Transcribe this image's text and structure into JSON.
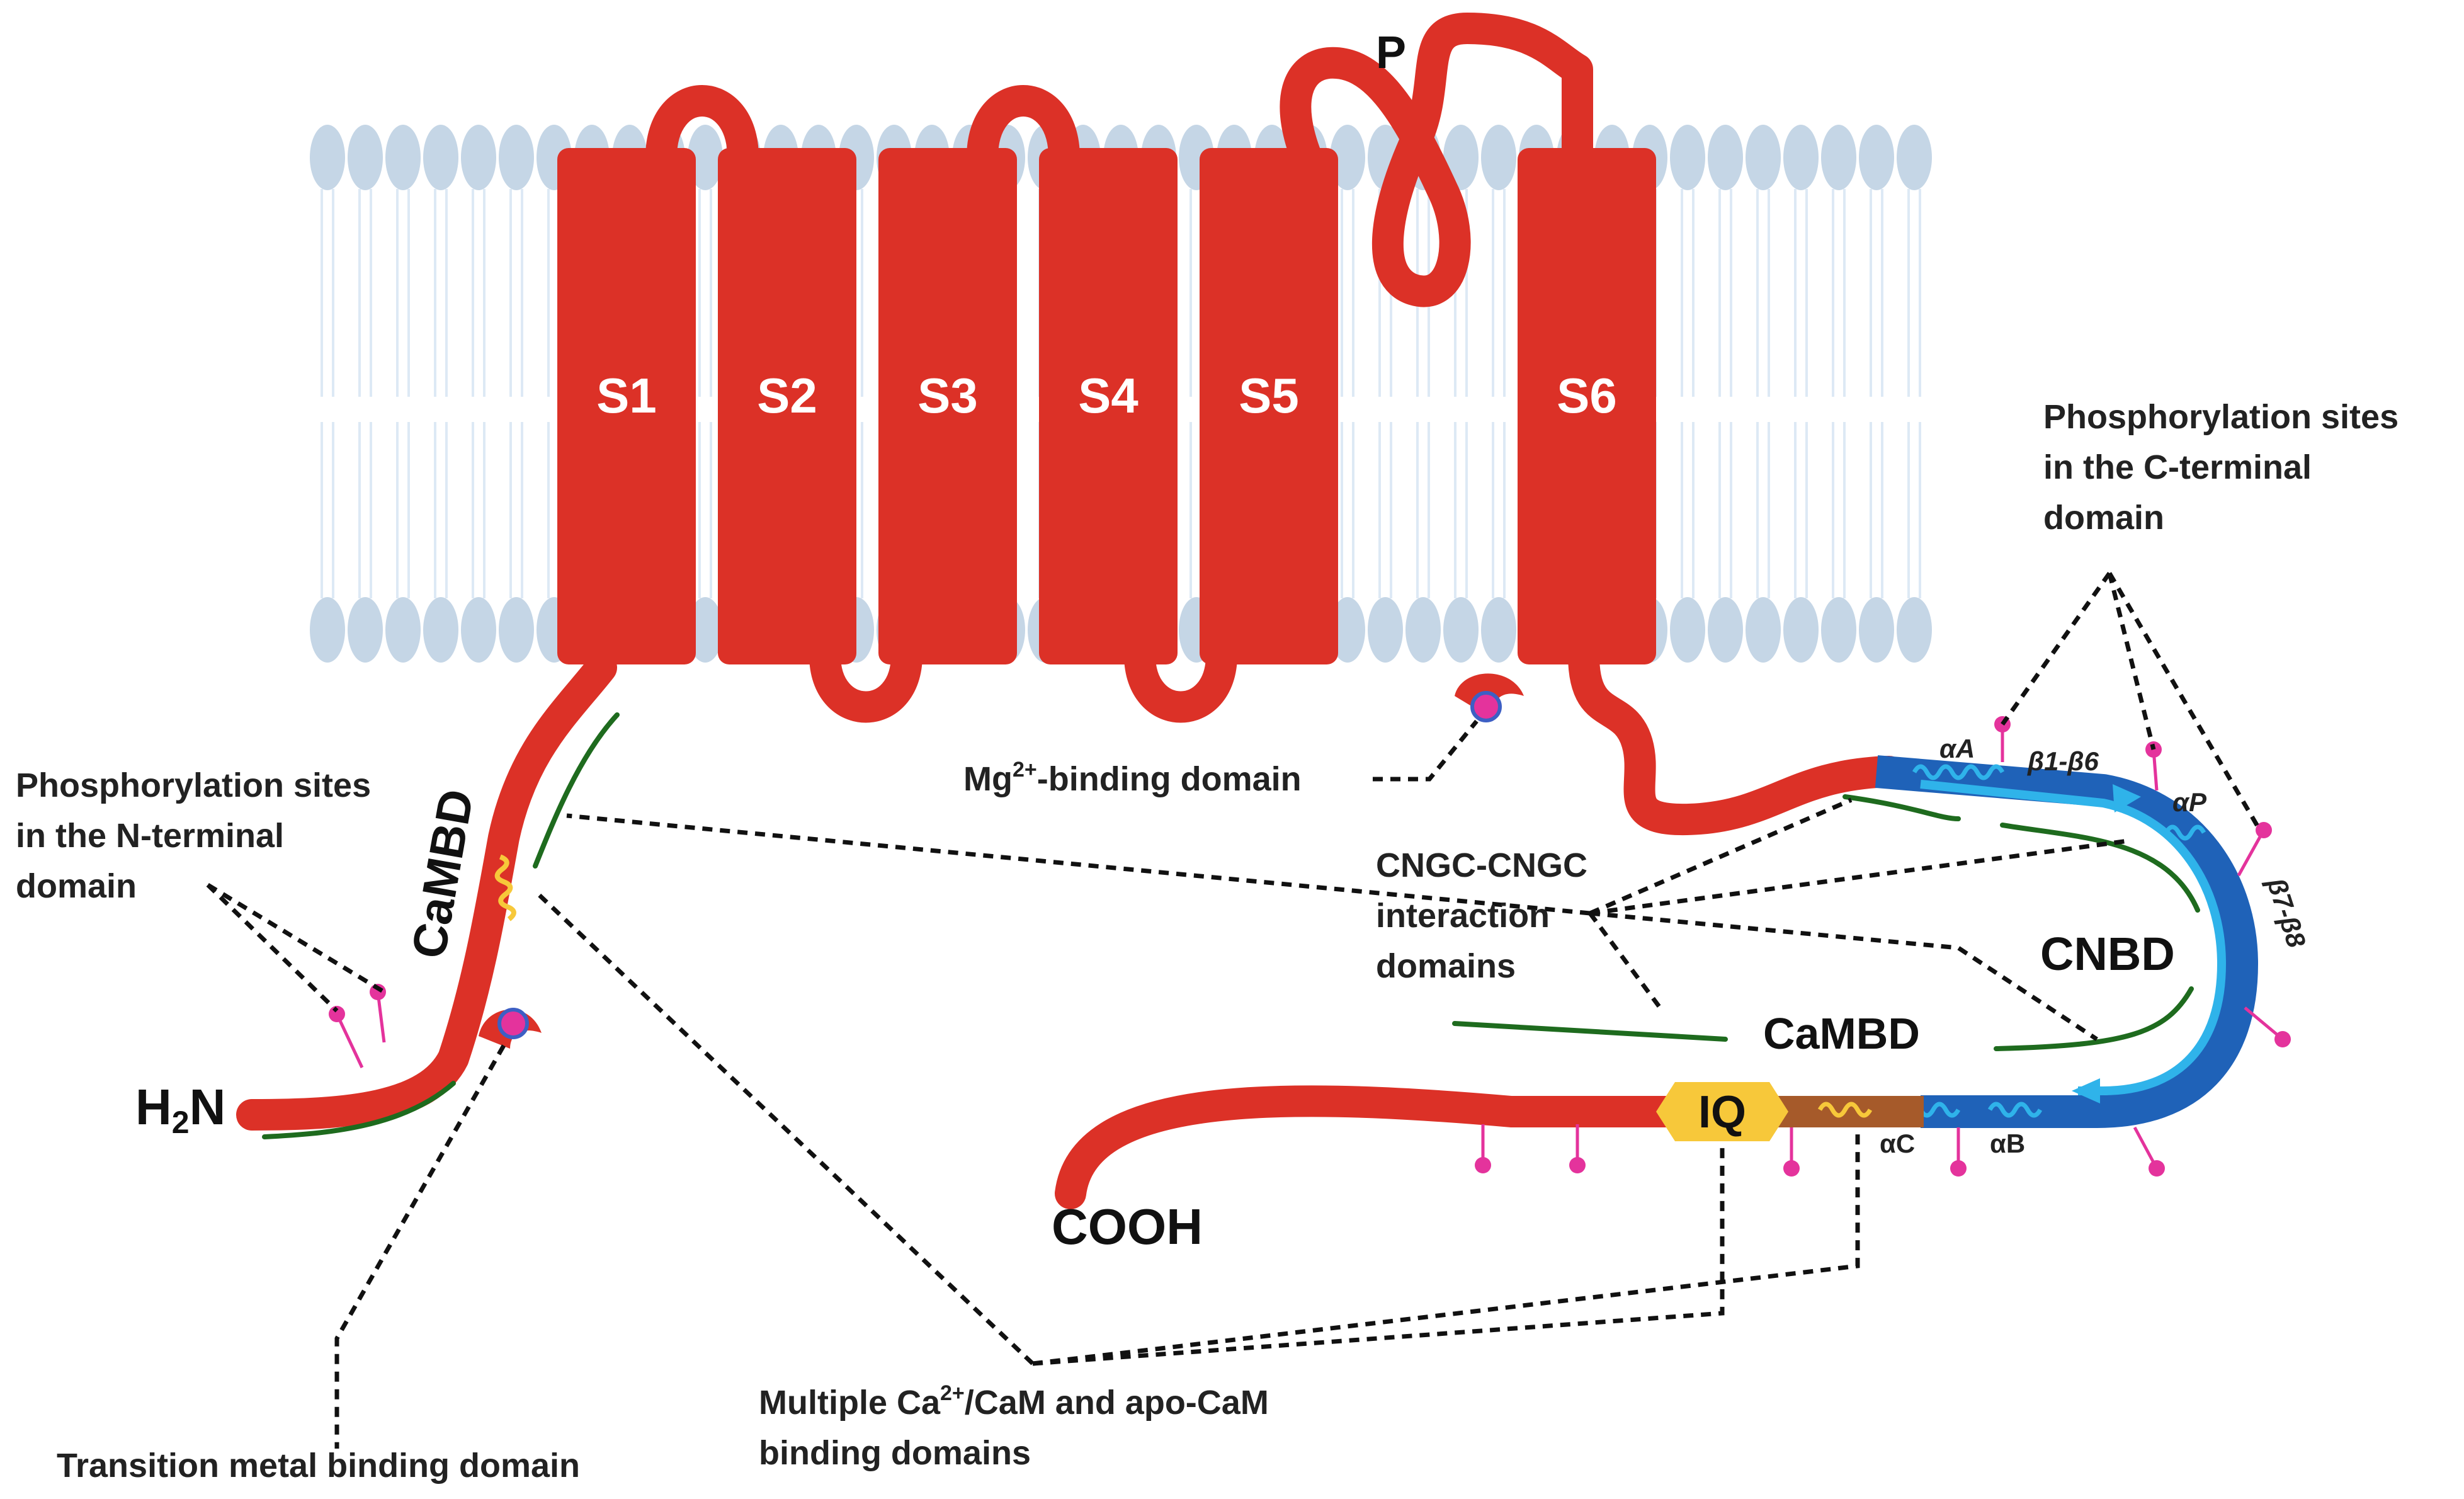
{
  "segments": [
    "S1",
    "S2",
    "S3",
    "S4",
    "S5",
    "S6"
  ],
  "pore_label": "P",
  "n_terminus": {
    "prefix": "H",
    "subscript": "2",
    "suffix": "N"
  },
  "c_terminus": "COOH",
  "domains": {
    "camdb_n": "CaMBD",
    "camdb_c": "CaMBD",
    "iq": "IQ",
    "cnbd": "CNBD"
  },
  "helix_labels": {
    "alpha_a": "αA",
    "beta1_6": "β1-β6",
    "alpha_p": "αP",
    "beta7_8": "β7-β8",
    "alpha_c": "αC",
    "alpha_b": "αB"
  },
  "annotations": {
    "phospho_c": [
      "Phosphorylation sites",
      "in the C-terminal",
      "domain"
    ],
    "phospho_n": [
      "Phosphorylation sites",
      "in the N-terminal",
      "domain"
    ],
    "mg": {
      "prefix": "Mg",
      "sup": "2+",
      "suffix": "-binding domain"
    },
    "cngc": [
      "CNGC-CNGC",
      "interaction",
      "domains"
    ],
    "multi": {
      "prefix": "Multiple Ca",
      "sup": "2+",
      "suffix": "/CaM and apo-CaM",
      "line2": "binding domains"
    },
    "transition": "Transition metal binding domain"
  },
  "colors": {
    "protein": "#dc3127",
    "membrane": "#c5d6e6",
    "membrane_tail": "#dde9f5",
    "cnbd_outer": "#1f62b8",
    "cnbd_inner": "#2fb3ea",
    "iq": "#f7c83a",
    "camdb_brown": "#a65a2a",
    "phospho_pin": "#e4339c",
    "green_line": "#1e6b1e",
    "metal_site": "#e4339c",
    "metal_ring": "#3d5fc4"
  }
}
